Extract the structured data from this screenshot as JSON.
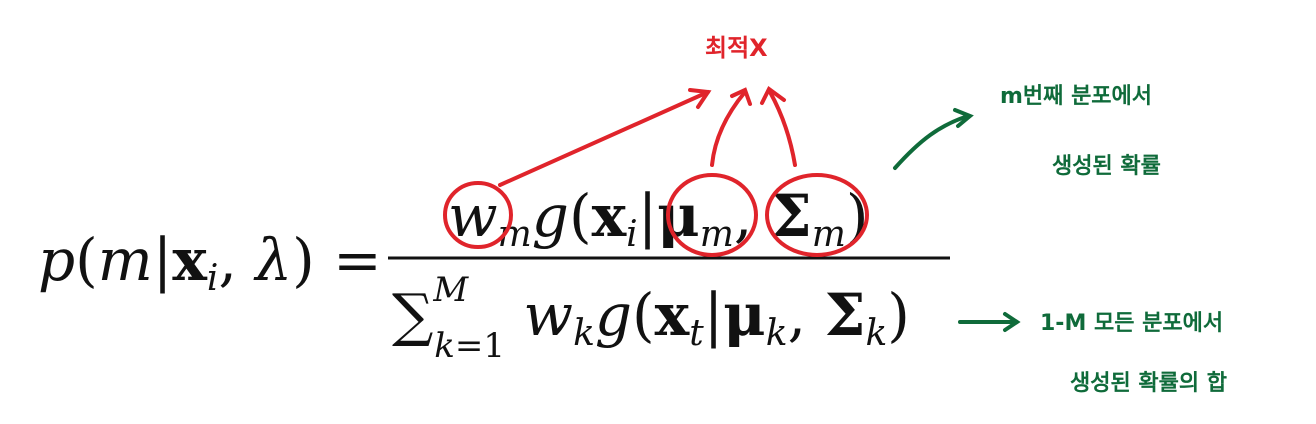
{
  "formula": {
    "lhs": "p(m|xᵢ, λ) =",
    "numerator": "wₘ g(xᵢ|μₘ, Σₘ)",
    "denominator": "∑ₖ₌₁ᴹ wₖ g(xₜ|μₖ, Σₖ)"
  },
  "annotations": {
    "top_red": "최적X",
    "right_top_line1": "m번째 분포에서",
    "right_top_line2": "생성된 확률",
    "right_bottom_line1": "1-M 모든 분포에서",
    "right_bottom_line2": "생성된 확률의 합"
  },
  "colors": {
    "red": "#e0242b",
    "green": "#0f6b3a"
  }
}
